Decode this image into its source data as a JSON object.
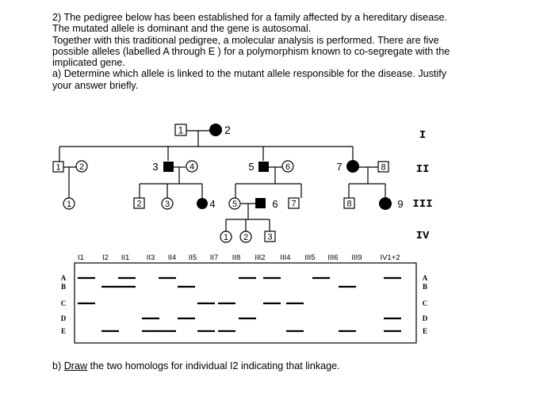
{
  "question": {
    "lines": [
      "2) The pedigree below has been established for a family affected by a hereditary disease.",
      "The mutated allele is dominant and the gene is autosomal.",
      "Together with this traditional pedigree, a molecular analysis is performed. There are five",
      "possible alleles (labelled A through E ) for a polymorphism known to co-segregate with the",
      "implicated gene.",
      "a) Determine which allele is linked to the mutant allele responsible for the disease. Justify",
      "your answer briefly."
    ]
  },
  "pedigree": {
    "generations": [
      "I",
      "II",
      "III",
      "IV"
    ],
    "gen_I": {
      "ind1": "1",
      "ind2": "2"
    },
    "gen_II": {
      "ind1": "1",
      "ind2": "2",
      "ind3": "3",
      "ind4": "4",
      "ind5": "5",
      "ind6": "6",
      "ind7": "7",
      "ind8": "8"
    },
    "gen_III": {
      "ind1": "1",
      "ind2": "2",
      "ind3": "3",
      "ind4": "4",
      "ind5": "5",
      "ind6": "6",
      "ind7": "7",
      "ind8": "8",
      "ind9": "9"
    },
    "gen_IV": {
      "ind1": "1",
      "ind2": "2",
      "ind3": "3"
    }
  },
  "gel": {
    "lane_labels": [
      "I1",
      "I2",
      "II1",
      "II3",
      "II4",
      "II5",
      "II7",
      "II8",
      "III2",
      "III4",
      "III5",
      "III6",
      "III9",
      "IV1+2"
    ],
    "allele_labels": [
      "A",
      "B",
      "C",
      "D",
      "E"
    ],
    "lanes": [
      {
        "label": "I1",
        "bands": [
          "A",
          "C"
        ]
      },
      {
        "label": "I2",
        "bands": [
          "B",
          "E"
        ]
      },
      {
        "label": "II1",
        "bands": [
          "A",
          "B"
        ]
      },
      {
        "label": "II3",
        "bands": [
          "D",
          "E"
        ]
      },
      {
        "label": "II4",
        "bands": [
          "A",
          "E"
        ]
      },
      {
        "label": "II5",
        "bands": [
          "B",
          "D"
        ]
      },
      {
        "label": "II7",
        "bands": [
          "C",
          "E"
        ]
      },
      {
        "label": "II8",
        "bands": [
          "C",
          "E"
        ]
      },
      {
        "label": "III2",
        "bands": [
          "A",
          "D"
        ]
      },
      {
        "label": "III4",
        "bands": [
          "A",
          "C"
        ]
      },
      {
        "label": "III5",
        "bands": [
          "C",
          "E"
        ]
      },
      {
        "label": "III6",
        "bands": [
          "A"
        ]
      },
      {
        "label": "III9",
        "bands": [
          "B",
          "E"
        ]
      },
      {
        "label": "IV1+2",
        "bands": [
          "A",
          "D",
          "E"
        ]
      }
    ]
  },
  "part_b": {
    "prefix": "b) ",
    "underlined": "Draw",
    "rest": " the two homologs for individual I2 indicating that linkage."
  }
}
